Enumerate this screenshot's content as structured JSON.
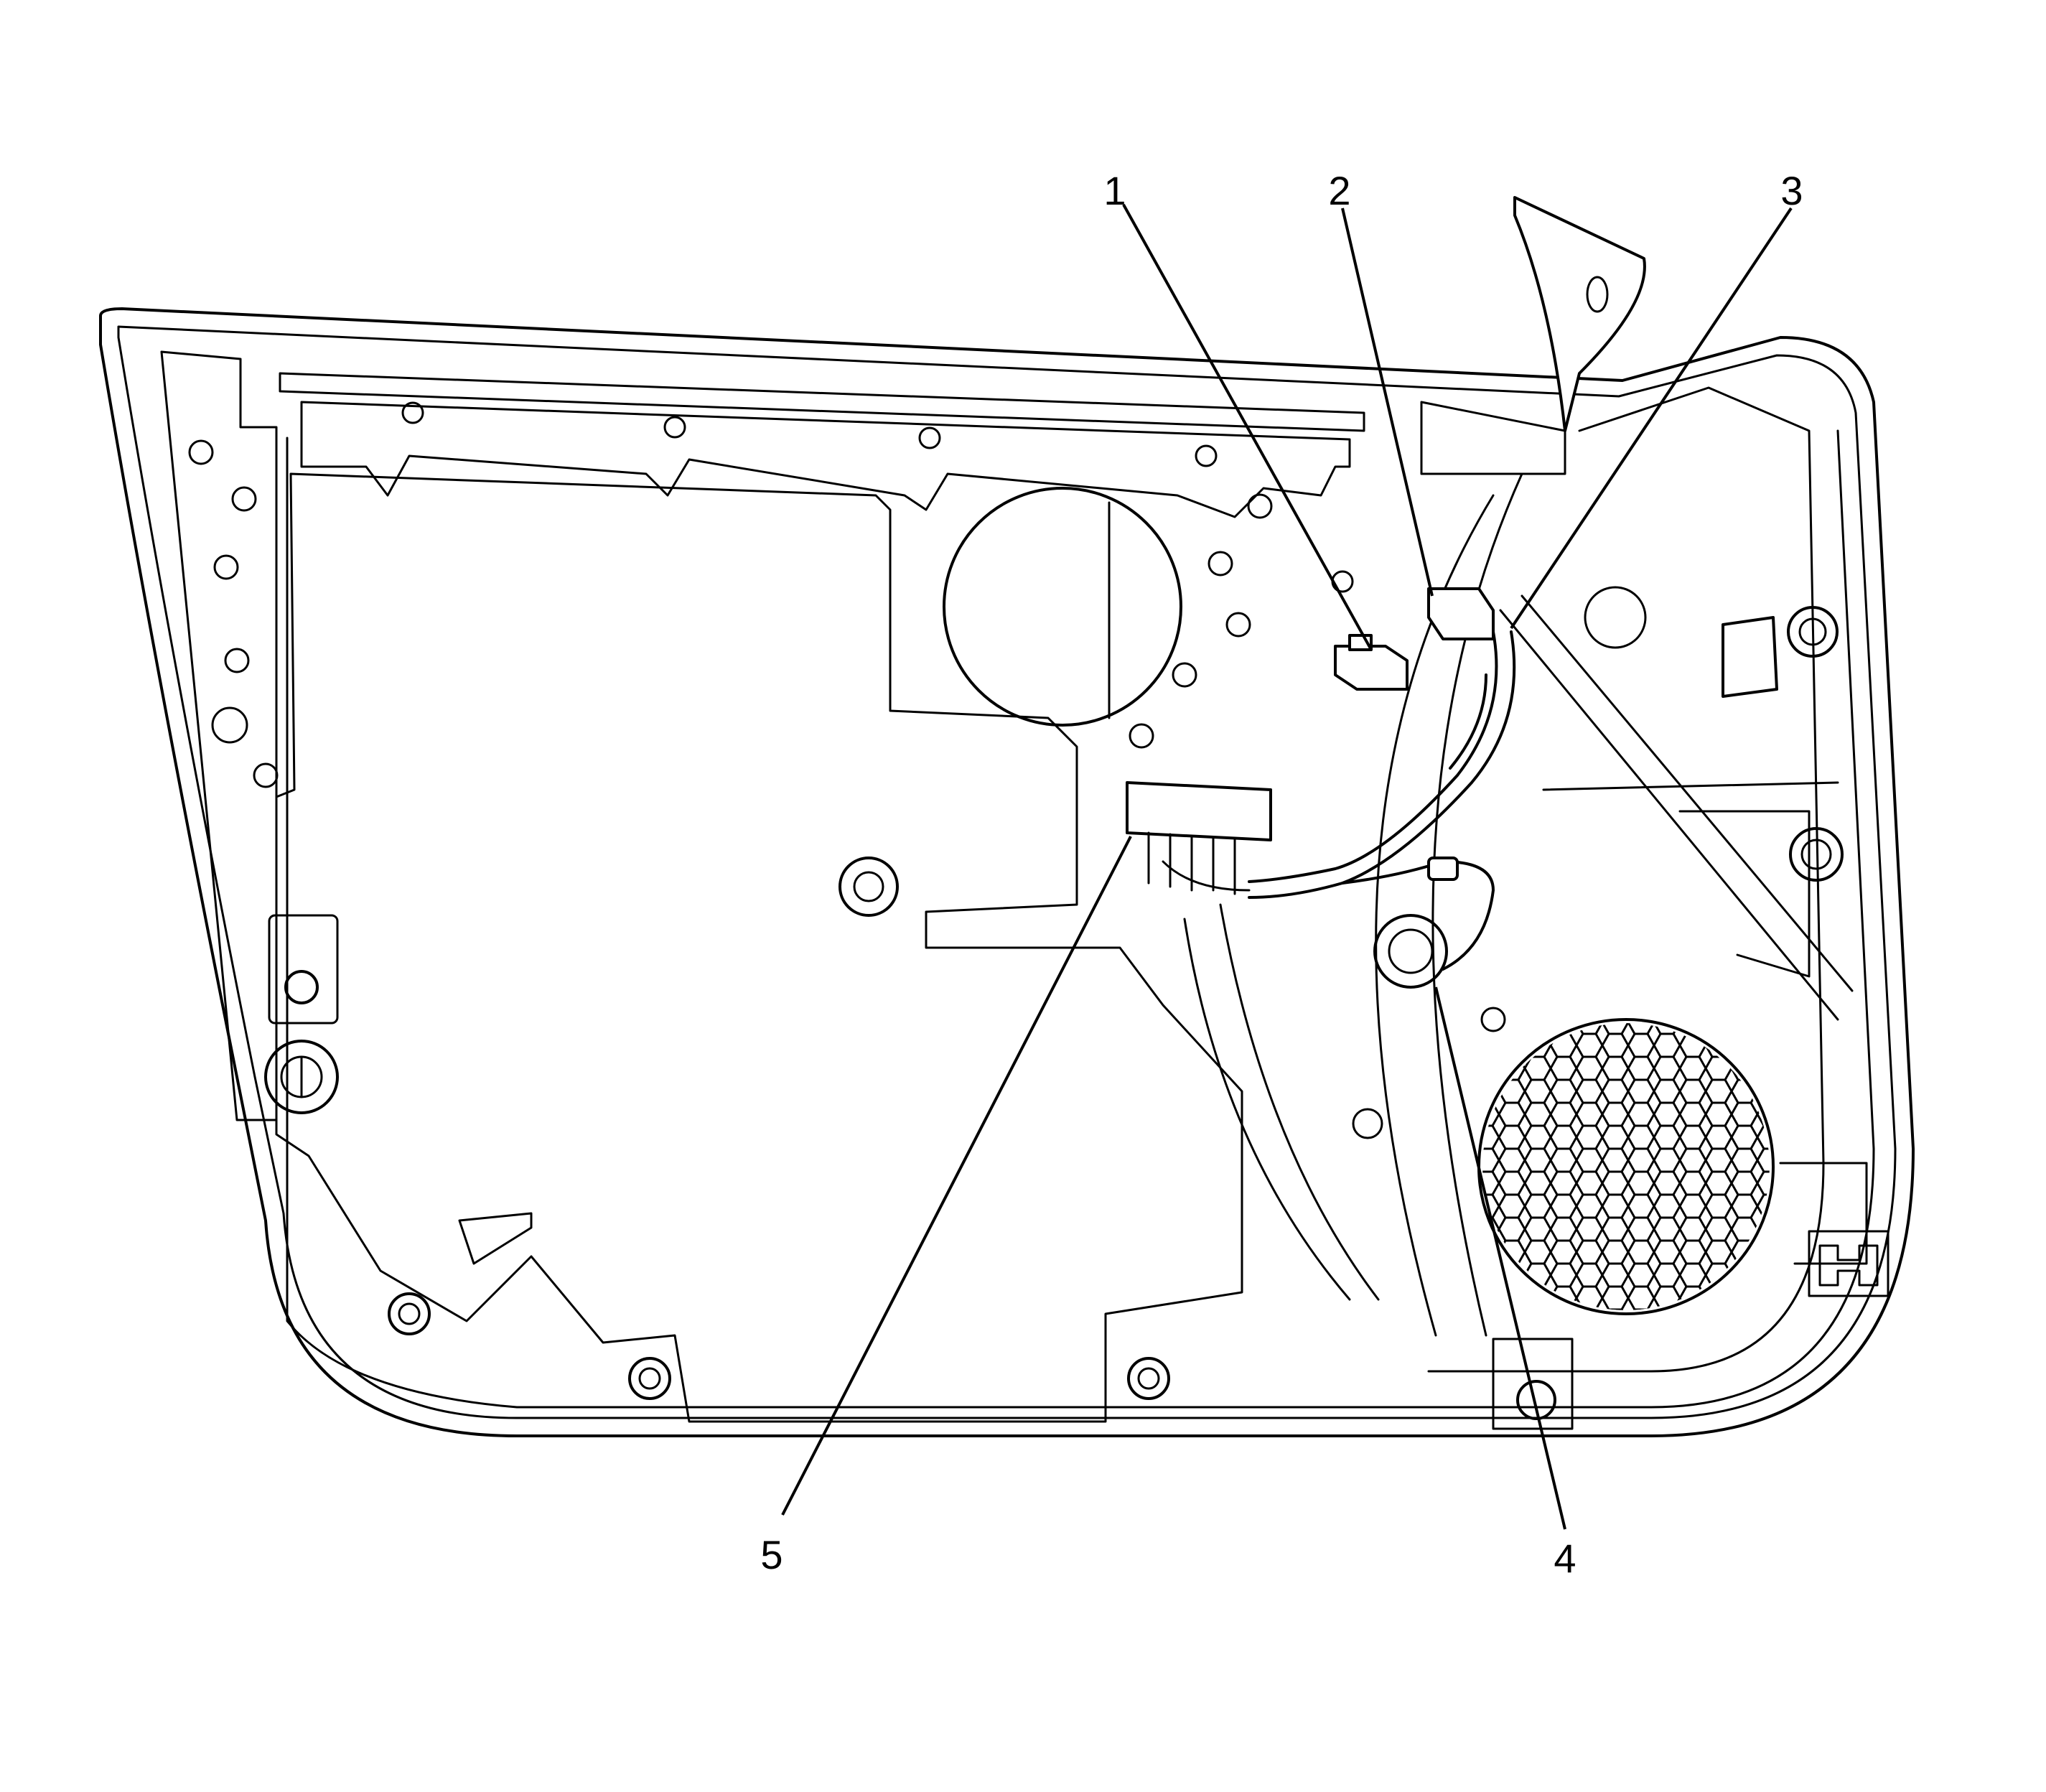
{
  "diagram": {
    "colors": {
      "line": "#000000",
      "background": "#ffffff"
    },
    "callouts": [
      {
        "id": "callout-1",
        "label": "1"
      },
      {
        "id": "callout-2",
        "label": "2"
      },
      {
        "id": "callout-3",
        "label": "3"
      },
      {
        "id": "callout-4",
        "label": "4"
      },
      {
        "id": "callout-5",
        "label": "5"
      }
    ]
  }
}
